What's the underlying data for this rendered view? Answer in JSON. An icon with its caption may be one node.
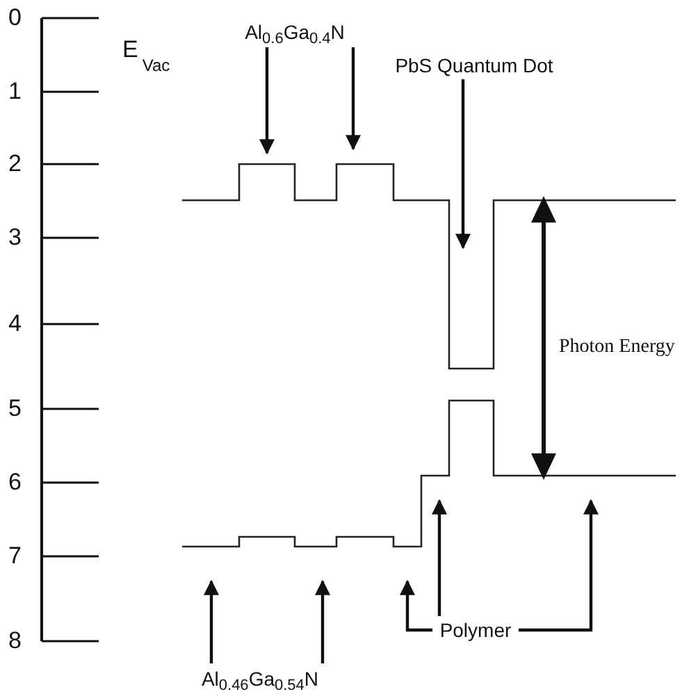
{
  "diagram": {
    "nodes": [
      {
        "text": [
          "Al$_{0.6}$Ga$_{0.4}$N"
        ]
      },
      {
        "text": [
          "PbS Quantum Dot"
        ]
      },
      {
        "text": [
          "Al$_{0.46}$Ga$_{0.54}$N"
        ]
      },
      {
        "text": [
          "Polymer"
        ]
      }
    ],
    "edges": [
      {
        "from": 0,
        "to": null,
        "arrow": "to"
      },
      {
        "from": 0,
        "to": null,
        "arrow": "to"
      },
      {
        "from": 1,
        "to": null,
        "arrow": "to"
      },
      {
        "from": 2,
        "to": null,
        "arrow": "to"
      },
      {
        "from": 2,
        "to": null,
        "arrow": "to"
      },
      {
        "from": 3,
        "to": null,
        "arrow": "to"
      },
      {
        "from": 3,
        "to": null,
        "arrow": "to"
      },
      {
        "from": 3,
        "to": null,
        "arrow": "to"
      }
    ],
    "labels": [
      "0",
      "1",
      "2",
      "3",
      "4",
      "5",
      "6",
      "7",
      "8",
      "E$_{Vac}$",
      "Photon Energy"
    ]
  }
}
